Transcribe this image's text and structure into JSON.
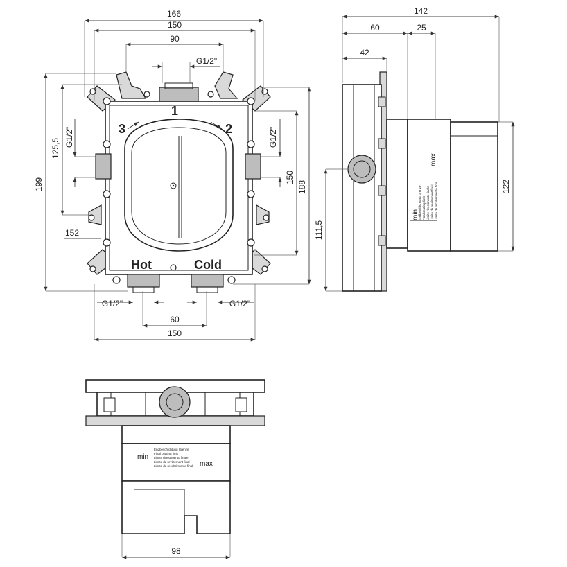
{
  "front_view": {
    "labels": {
      "hot": "Hot",
      "cold": "Cold",
      "outlet_1": "1",
      "outlet_2": "2",
      "outlet_3": "3"
    },
    "dimensions": {
      "top_width_outer": "166",
      "top_width_inner": "150",
      "top_connection_spacing": "90",
      "top_thread": "G1/2\"",
      "height_overall": "199",
      "height_125": "125,5",
      "left_thread": "G1/2\"",
      "right_thread": "G1/2\"",
      "height_150": "150",
      "height_188": "188",
      "left_152": "152",
      "bottom_thread_left": "G1/2\"",
      "bottom_thread_right": "G1/2\"",
      "bottom_spacing": "60",
      "bottom_width": "150"
    }
  },
  "side_view": {
    "dimensions": {
      "depth_overall": "142",
      "depth_60": "60",
      "depth_25": "25",
      "depth_42": "42",
      "height_122": "122",
      "height_111": "111,5"
    },
    "label_min": "min",
    "label_max": "max",
    "finish_text": [
      "Endbeschichtung Grenze",
      "Final coating limit",
      "Limite rivestimento finale",
      "Limite de revêtement final",
      "Limite de recubrimiento final"
    ]
  },
  "bottom_view": {
    "dimensions": {
      "width_98": "98"
    },
    "label_min": "min",
    "label_max": "max",
    "finish_text": [
      "Endbeschichtung Grenze",
      "Final coating limit",
      "Limite rivestimento finale",
      "Limite de revêtement final",
      "Limite de recubrimiento final"
    ]
  }
}
